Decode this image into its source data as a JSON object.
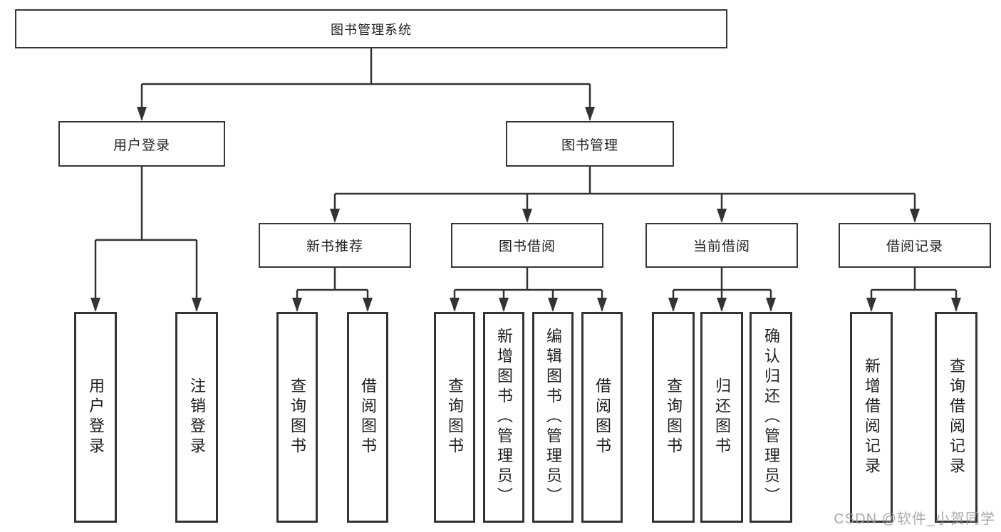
{
  "page": {
    "background": "#ffffff"
  },
  "colors": {
    "box_border": "#363636",
    "connector": "#333333",
    "text": "#1f1f1f",
    "watermark": "#9b9b9b"
  },
  "watermark": {
    "text": "CSDN @软件_小贺同学"
  },
  "tree": {
    "label": "图书管理系统",
    "children": [
      {
        "label": "用户登录",
        "children": [
          {
            "label": "用户登录"
          },
          {
            "label": "注销登录"
          }
        ]
      },
      {
        "label": "图书管理",
        "children": [
          {
            "label": "新书推荐",
            "children": [
              {
                "label": "查询图书"
              },
              {
                "label": "借阅图书"
              }
            ]
          },
          {
            "label": "图书借阅",
            "children": [
              {
                "label": "查询图书"
              },
              {
                "label": "新增图书（管理员）"
              },
              {
                "label": "编辑图书（管理员）"
              },
              {
                "label": "借阅图书"
              }
            ]
          },
          {
            "label": "当前借阅",
            "children": [
              {
                "label": "查询图书"
              },
              {
                "label": "归还图书"
              },
              {
                "label": "确认归还（管理员）"
              }
            ]
          },
          {
            "label": "借阅记录",
            "children": [
              {
                "label": "新增借阅记录"
              },
              {
                "label": "查询借阅记录"
              }
            ]
          }
        ]
      }
    ]
  }
}
